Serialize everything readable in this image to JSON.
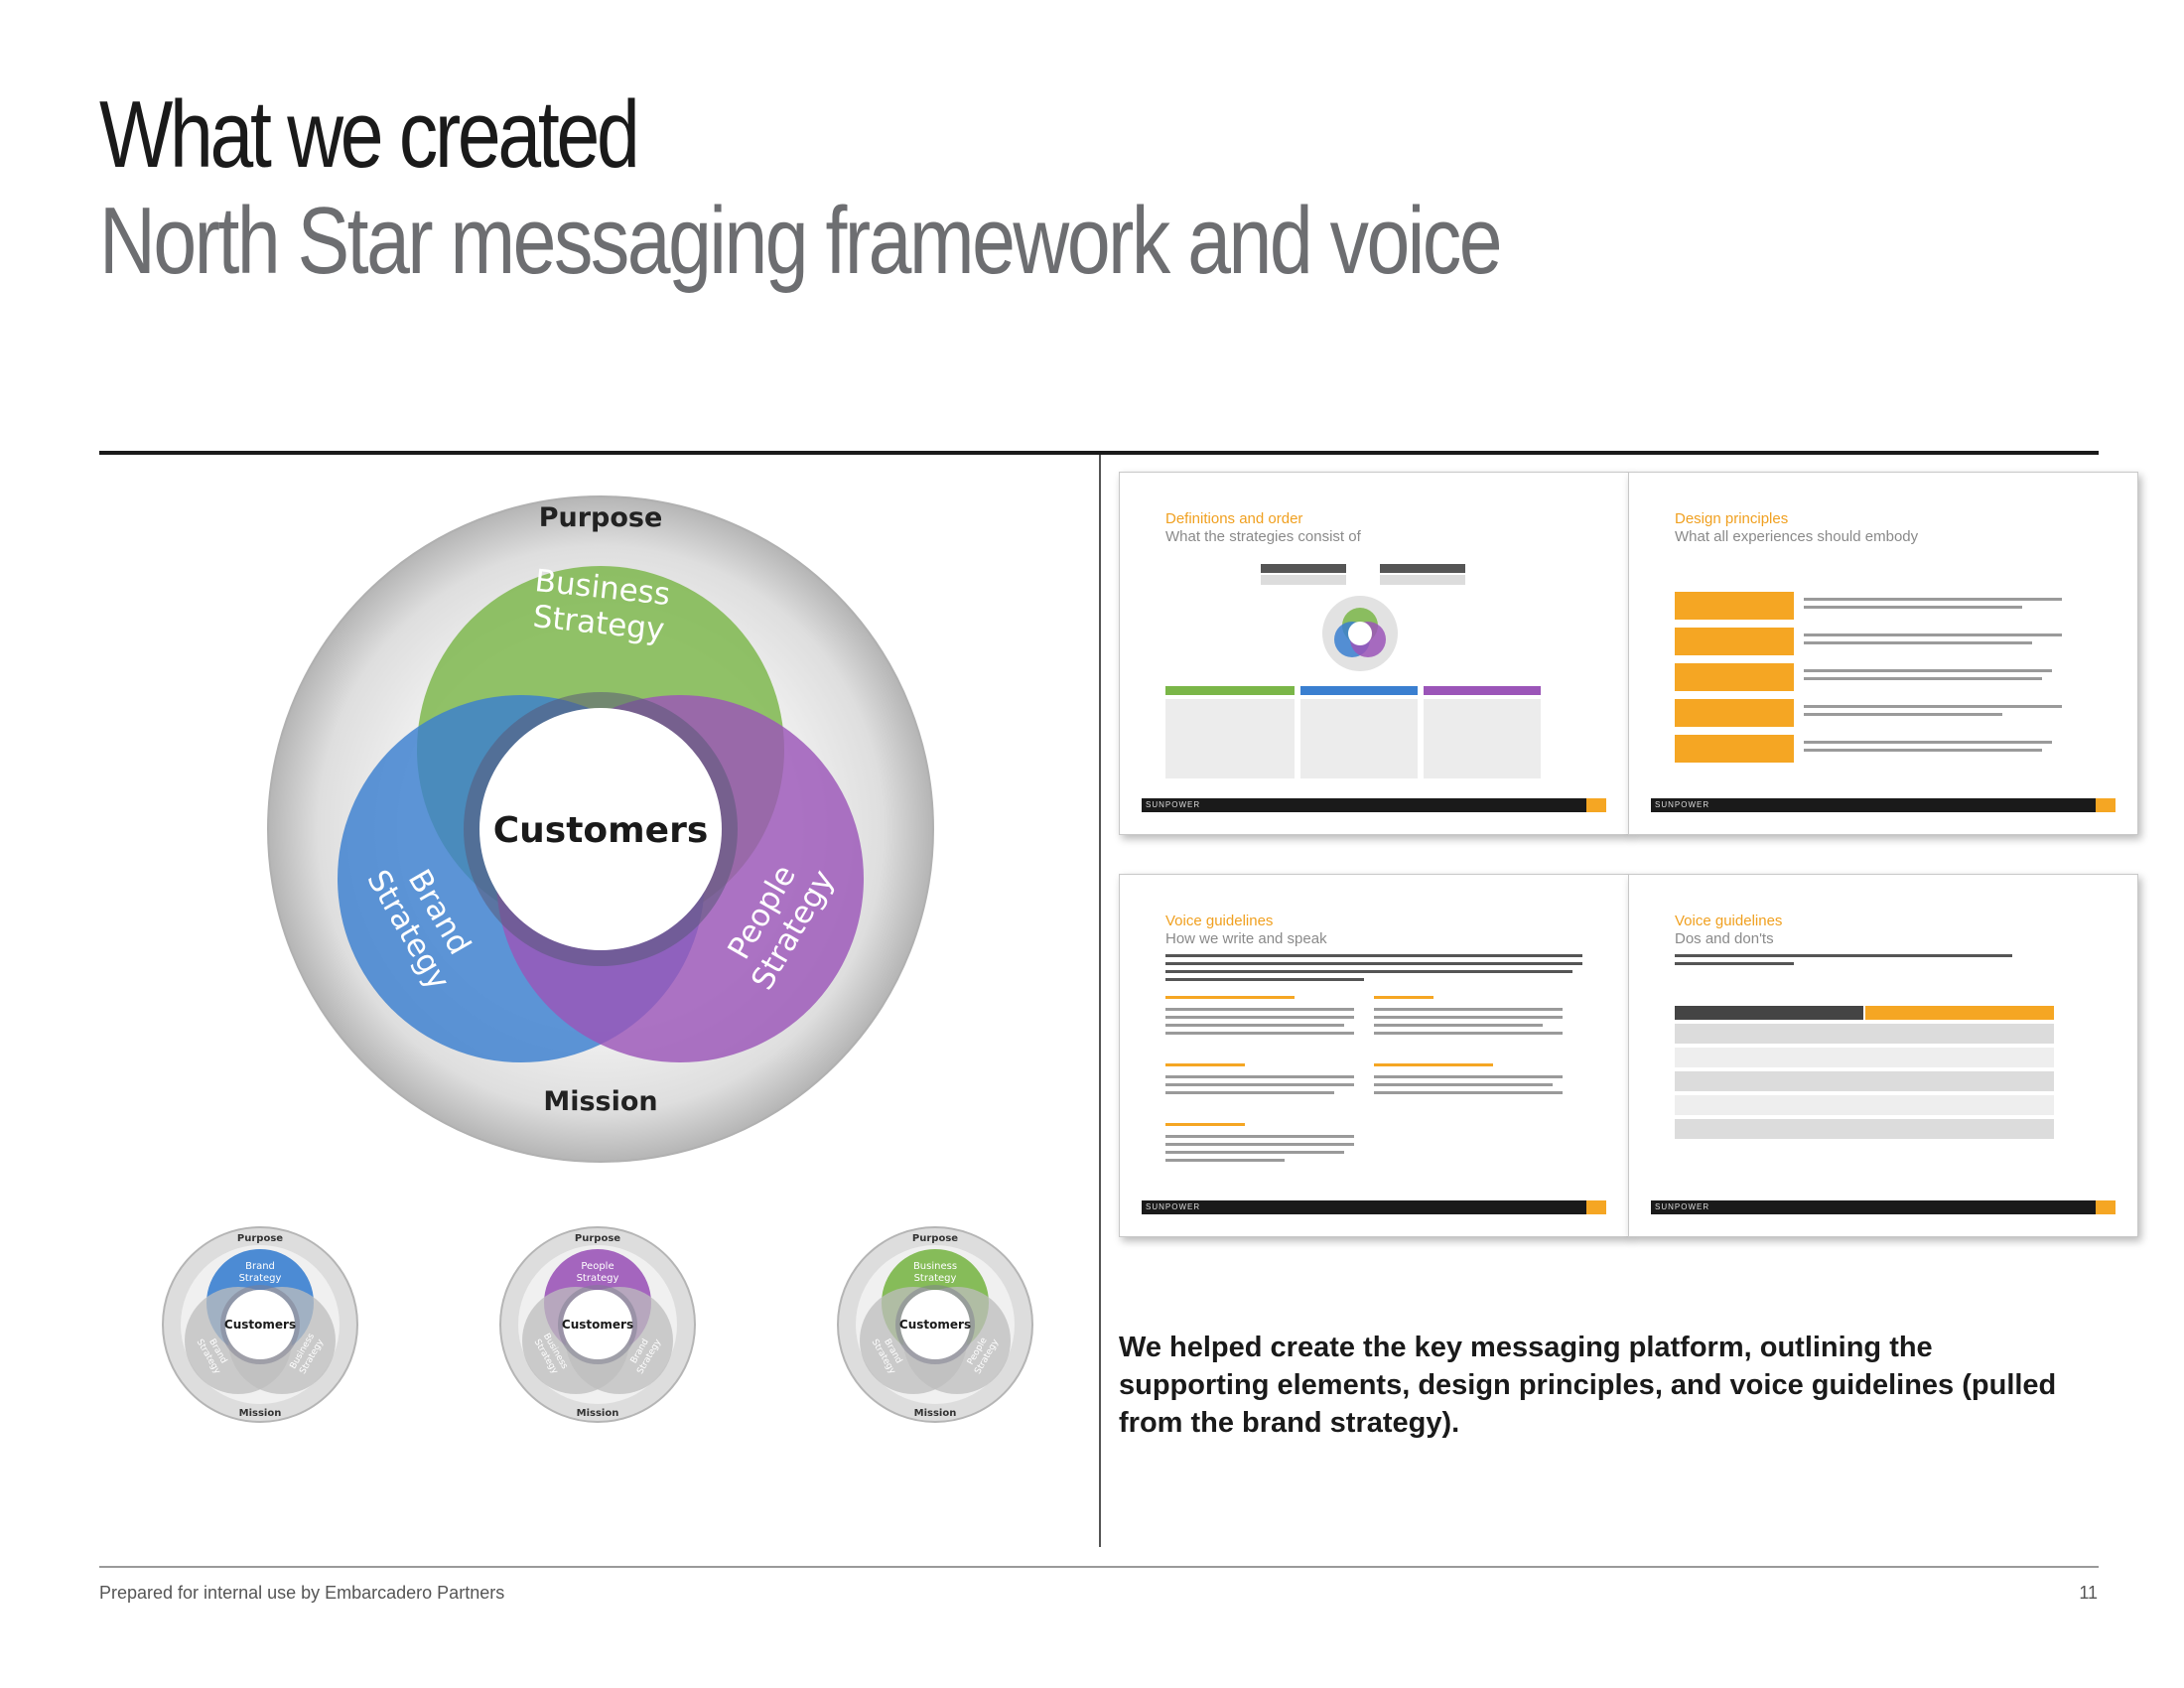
{
  "header": {
    "title": "What we created",
    "subtitle": "North Star messaging framework and voice"
  },
  "diagram": {
    "outer_top": "Purpose",
    "outer_bottom": "Mission",
    "center": "Customers",
    "business": [
      "Business",
      "Strategy"
    ],
    "brand": [
      "Brand",
      "Strategy"
    ],
    "people": [
      "People",
      "Strategy"
    ]
  },
  "small_diagrams": [
    {
      "top": "Purpose",
      "bottom": "Mission",
      "center": "Customers",
      "highlight": [
        "Brand",
        "Strategy"
      ],
      "left": [
        "Brand",
        "Strategy"
      ],
      "right": [
        "Business",
        "Strategy"
      ]
    },
    {
      "top": "Purpose",
      "bottom": "Mission",
      "center": "Customers",
      "highlight": [
        "People",
        "Strategy"
      ],
      "left": [
        "Business",
        "Strategy"
      ],
      "right": [
        "Brand",
        "Strategy"
      ]
    },
    {
      "top": "Purpose",
      "bottom": "Mission",
      "center": "Customers",
      "highlight": [
        "Business",
        "Strategy"
      ],
      "left": [
        "Brand",
        "Strategy"
      ],
      "right": [
        "People",
        "Strategy"
      ]
    }
  ],
  "thumbnails": [
    {
      "title": "Definitions and order",
      "subtitle": "What the strategies consist of",
      "brand": "SUNPOWER"
    },
    {
      "title": "Design principles",
      "subtitle": "What all experiences should embody",
      "brand": "SUNPOWER"
    },
    {
      "title": "Voice guidelines",
      "subtitle": "How we write and speak",
      "brand": "SUNPOWER"
    },
    {
      "title": "Voice guidelines",
      "subtitle": "Dos and don'ts",
      "brand": "SUNPOWER"
    }
  ],
  "caption": "We helped create the key messaging platform, outlining the supporting elements, design principles, and voice guidelines (pulled from the brand strategy).",
  "footer": {
    "left": "Prepared for internal use by Embarcadero Partners",
    "page": "11"
  },
  "colors": {
    "business": "#7ab648",
    "brand": "#3a7fd0",
    "people": "#9b55b8",
    "accent": "#f5a623"
  }
}
